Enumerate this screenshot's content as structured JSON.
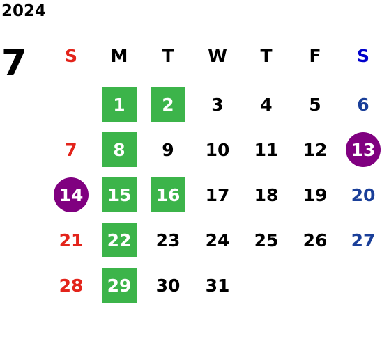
{
  "year": "2024",
  "month": "7",
  "weekdays": [
    "S",
    "M",
    "T",
    "W",
    "T",
    "F",
    "S"
  ],
  "colors": {
    "sunday": "#e3241b",
    "saturday": "#1a3f99",
    "saturday_header": "#0000cc",
    "weekday": "#000000",
    "green_highlight": "#3cb44a",
    "purple_highlight": "#800080"
  },
  "days": [
    {
      "label": "1",
      "col": 1,
      "row": 0,
      "style": "green"
    },
    {
      "label": "2",
      "col": 2,
      "row": 0,
      "style": "green"
    },
    {
      "label": "3",
      "col": 3,
      "row": 0
    },
    {
      "label": "4",
      "col": 4,
      "row": 0
    },
    {
      "label": "5",
      "col": 5,
      "row": 0
    },
    {
      "label": "6",
      "col": 6,
      "row": 0
    },
    {
      "label": "7",
      "col": 0,
      "row": 1
    },
    {
      "label": "8",
      "col": 1,
      "row": 1,
      "style": "green"
    },
    {
      "label": "9",
      "col": 2,
      "row": 1
    },
    {
      "label": "10",
      "col": 3,
      "row": 1
    },
    {
      "label": "11",
      "col": 4,
      "row": 1
    },
    {
      "label": "12",
      "col": 5,
      "row": 1
    },
    {
      "label": "13",
      "col": 6,
      "row": 1,
      "style": "purple"
    },
    {
      "label": "14",
      "col": 0,
      "row": 2,
      "style": "purple"
    },
    {
      "label": "15",
      "col": 1,
      "row": 2,
      "style": "green"
    },
    {
      "label": "16",
      "col": 2,
      "row": 2,
      "style": "green"
    },
    {
      "label": "17",
      "col": 3,
      "row": 2
    },
    {
      "label": "18",
      "col": 4,
      "row": 2
    },
    {
      "label": "19",
      "col": 5,
      "row": 2
    },
    {
      "label": "20",
      "col": 6,
      "row": 2
    },
    {
      "label": "21",
      "col": 0,
      "row": 3
    },
    {
      "label": "22",
      "col": 1,
      "row": 3,
      "style": "green"
    },
    {
      "label": "23",
      "col": 2,
      "row": 3
    },
    {
      "label": "24",
      "col": 3,
      "row": 3
    },
    {
      "label": "25",
      "col": 4,
      "row": 3
    },
    {
      "label": "26",
      "col": 5,
      "row": 3
    },
    {
      "label": "27",
      "col": 6,
      "row": 3
    },
    {
      "label": "28",
      "col": 0,
      "row": 4
    },
    {
      "label": "29",
      "col": 1,
      "row": 4,
      "style": "green"
    },
    {
      "label": "30",
      "col": 2,
      "row": 4
    },
    {
      "label": "31",
      "col": 3,
      "row": 4
    }
  ]
}
